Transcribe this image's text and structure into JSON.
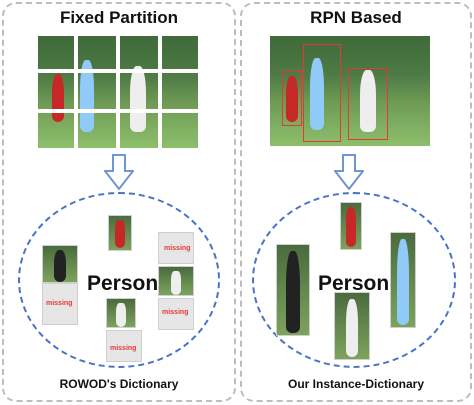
{
  "left_panel": {
    "title": "Fixed Partition",
    "caption": "ROWOD's Dictionary",
    "center_label": "Person",
    "missing_label": "missing"
  },
  "right_panel": {
    "title": "RPN Based",
    "caption": "Our Instance-Dictionary",
    "center_label": "Person"
  },
  "colors": {
    "dashed_border": "#bdbdbd",
    "ellipse": "#4a73c2",
    "arrow": "#6f96d1",
    "proposal_box": "#e53935",
    "missing_text": "#e53935"
  }
}
